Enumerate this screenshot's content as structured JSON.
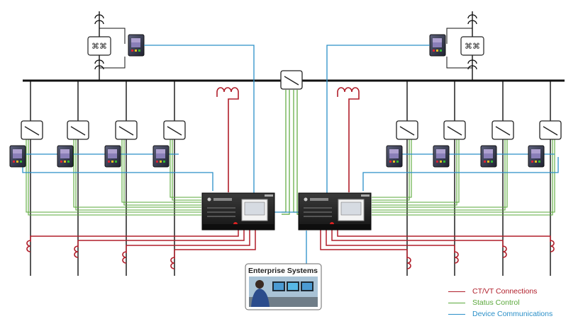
{
  "enterprise": {
    "label": "Enterprise Systems"
  },
  "legend": [
    {
      "label": "CT/VT Connections",
      "color": "#b01e2a"
    },
    {
      "label": "Status Control",
      "color": "#5aa83a"
    },
    {
      "label": "Device Communications",
      "color": "#2a8fc8"
    }
  ],
  "icons": {
    "relay": "relay-icon",
    "breaker": "breaker-switch-icon",
    "transformer": "transformer-icon",
    "ct": "current-transformer-icon",
    "controller": "substation-controller-icon",
    "operator": "operator-workstation-icon"
  }
}
